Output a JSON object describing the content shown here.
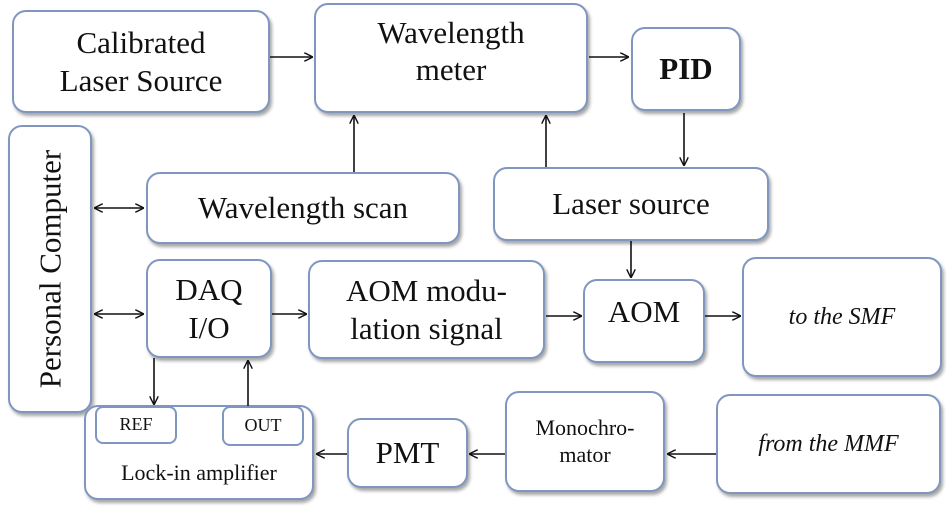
{
  "blocks": {
    "calibrated_laser": {
      "line1": "Calibrated",
      "line2": "Laser Source"
    },
    "wavelength_meter": {
      "line1": "Wavelength",
      "line2": "meter"
    },
    "pid": "PID",
    "personal_computer": "Personal Computer",
    "wavelength_scan": "Wavelength scan",
    "laser_source": "Laser source",
    "daq": {
      "line1": "DAQ",
      "line2": "I/O"
    },
    "aom_modulation": {
      "line1": "AOM modu-",
      "line2": "lation signal"
    },
    "aom": "AOM",
    "to_smf": "to the SMF",
    "lockin": {
      "label": "Lock-in amplifier",
      "ref": "REF",
      "out": "OUT"
    },
    "pmt": "PMT",
    "monochromator": {
      "line1": "Monochro-",
      "line2": "mator"
    },
    "from_mmf": "from the MMF"
  },
  "colors": {
    "border": "#7f97c0",
    "arrow": "#111111",
    "background": "#ffffff"
  }
}
